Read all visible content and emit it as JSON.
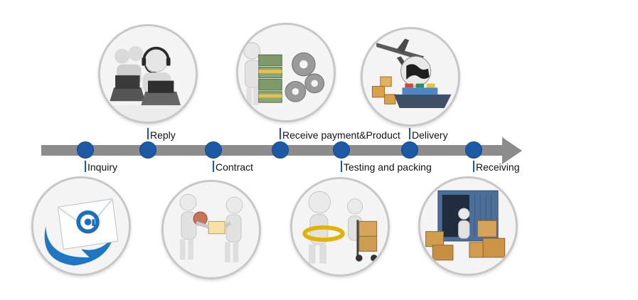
{
  "steps": {
    "inquiry": "Inquiry",
    "reply": "Reply",
    "contract": "Contract",
    "receive": "Receive payment&Product",
    "testing": "Testing and packing",
    "delivery": "Delivery",
    "receiving": "Receiving"
  },
  "icons": {
    "reply": "customer-service-icon",
    "receive": "money-gears-icon",
    "delivery": "global-shipping-icon",
    "inquiry": "email-icon",
    "contract": "handshake-contract-icon",
    "testing": "inspection-packing-icon",
    "receiving": "container-boxes-icon"
  },
  "colors": {
    "timeline": "#8c8c8c",
    "node": "#1c5aa6"
  }
}
